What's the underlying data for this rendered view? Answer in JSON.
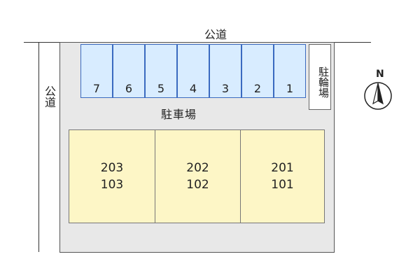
{
  "roads": {
    "top_label": "公道",
    "left_label": "公道"
  },
  "parking": {
    "label": "駐車場",
    "spaces": [
      "7",
      "6",
      "5",
      "4",
      "3",
      "2",
      "1"
    ]
  },
  "bicycle_parking": {
    "label": "駐輪場"
  },
  "building": {
    "units": [
      {
        "upper": "203",
        "lower": "103"
      },
      {
        "upper": "202",
        "lower": "102"
      },
      {
        "upper": "201",
        "lower": "101"
      }
    ]
  },
  "compass": {
    "label": "N",
    "icon": "north-arrow-icon"
  },
  "colors": {
    "space_fill": "#d8ecff",
    "space_border": "#3a6ac0",
    "building_fill": "#fdf6c6",
    "lot_fill": "#e8e8e8"
  }
}
